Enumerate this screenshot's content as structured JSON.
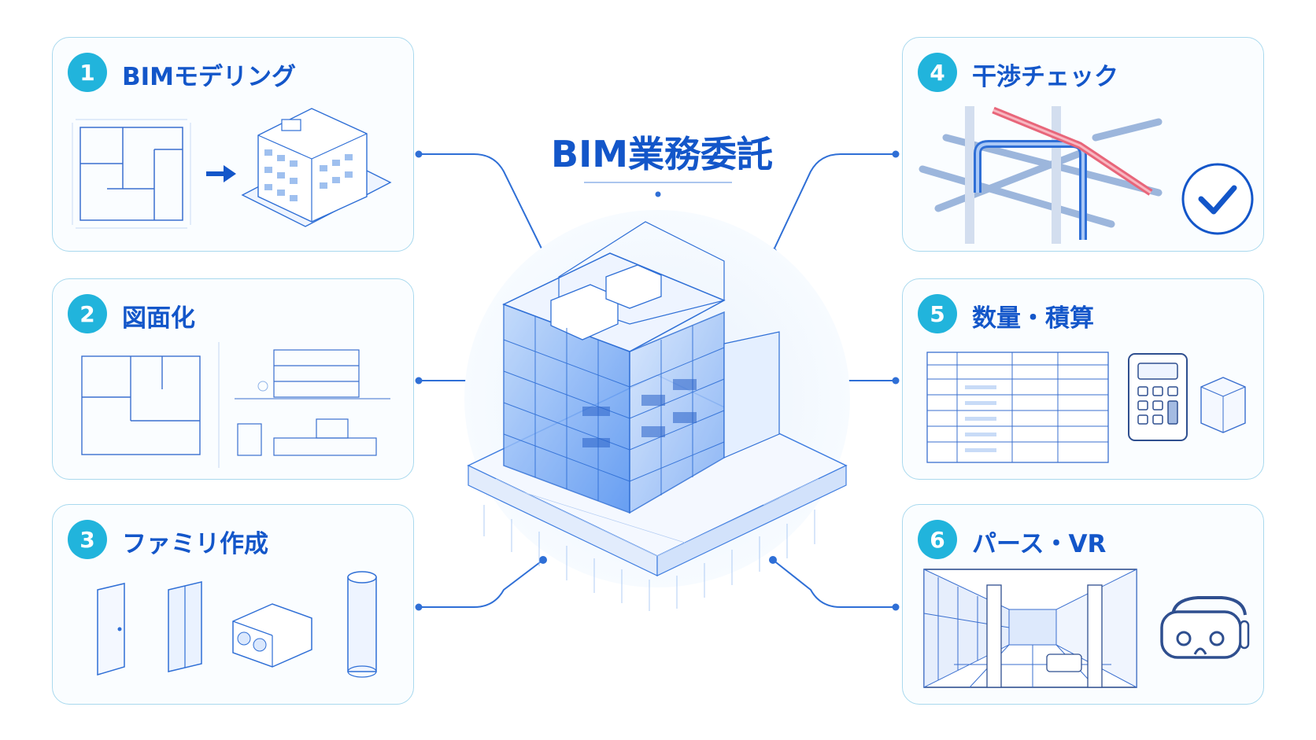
{
  "title": "BIM業務委託",
  "colors": {
    "accent": "#1356c9",
    "badge": "#21b4dc",
    "card_border": "#a9d9ee",
    "line_blue": "#2f6fd6",
    "pipe_red": "#e8667a"
  },
  "cards": [
    {
      "number": "1",
      "title": "BIMモデリング",
      "icon": "floorplan-to-building-icon"
    },
    {
      "number": "2",
      "title": "図面化",
      "icon": "drawings-icon"
    },
    {
      "number": "3",
      "title": "ファミリ作成",
      "icon": "families-icon"
    },
    {
      "number": "4",
      "title": "干渉チェック",
      "icon": "clash-check-icon"
    },
    {
      "number": "5",
      "title": "数量・積算",
      "icon": "quantity-estimate-icon"
    },
    {
      "number": "6",
      "title": "パース・VR",
      "icon": "perspective-vr-icon"
    }
  ]
}
